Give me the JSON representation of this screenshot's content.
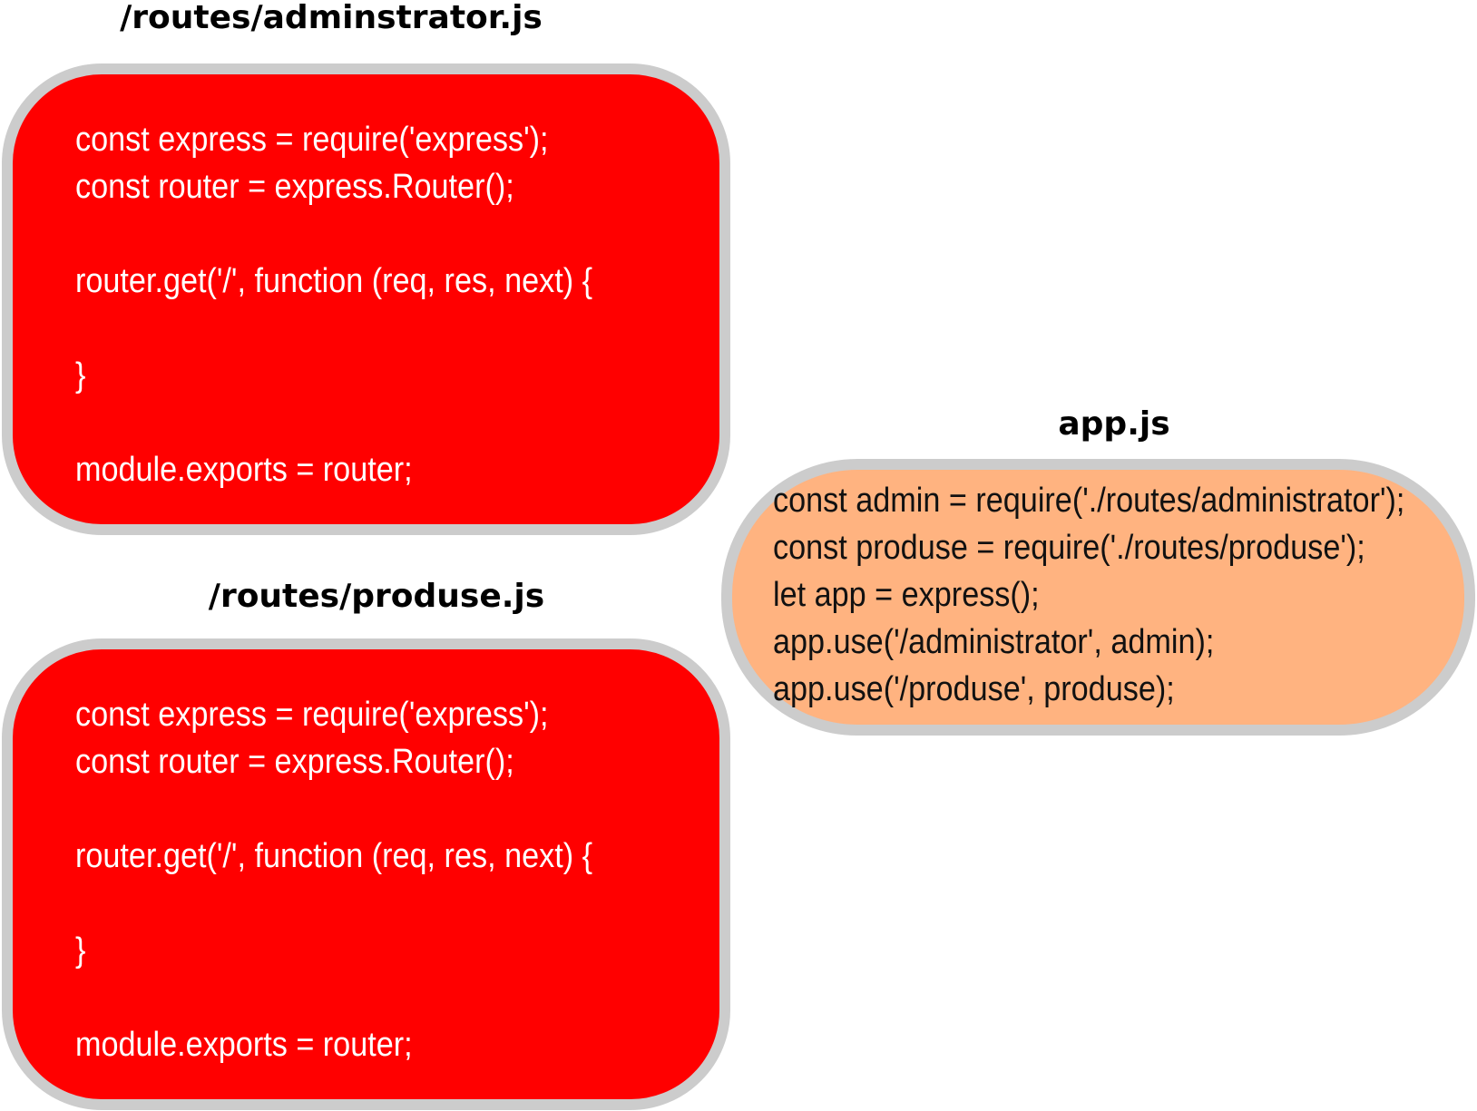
{
  "files": {
    "admin": {
      "title": "/routes/adminstrator.js",
      "lines": [
        "const express  = require('express');",
        "const router   = express.Router();",
        "",
        "router.get('/', function (req, res, next) {",
        "",
        "}",
        "",
        "module.exports = router;"
      ],
      "fill": "#ff0000"
    },
    "produse": {
      "title": "/routes/produse.js",
      "lines": [
        "const express  = require('express');",
        "const router   = express.Router();",
        "",
        "router.get('/', function (req, res, next) {",
        "",
        "}",
        "",
        "module.exports = router;"
      ],
      "fill": "#ff0000"
    },
    "app": {
      "title": "app.js",
      "lines": [
        "const admin = require('./routes/administrator');",
        "const produse = require('./routes/produse');",
        "let app = express();",
        "app.use('/administrator', admin);",
        "app.use('/produse', produse);"
      ],
      "fill": "#ffb380"
    }
  },
  "colors": {
    "border": "#cccccc",
    "code_on_red": "#ffffff",
    "code_on_orange": "#111111"
  }
}
